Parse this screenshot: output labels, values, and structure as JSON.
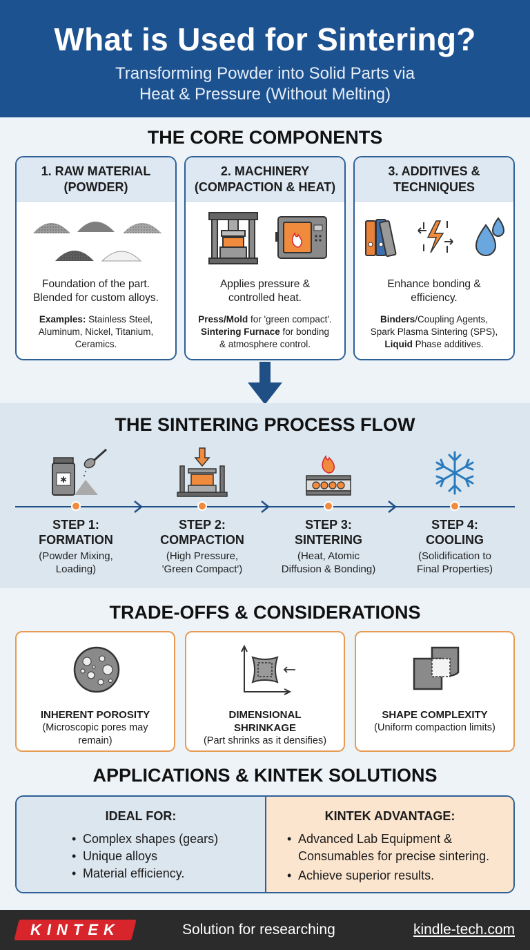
{
  "header": {
    "title": "What is Used for Sintering?",
    "subtitle_line1": "Transforming Powder into Solid Parts via",
    "subtitle_line2": "Heat & Pressure (Without Melting)"
  },
  "core": {
    "title": "THE CORE COMPONENTS",
    "cards": [
      {
        "title_line1": "1. RAW MATERIAL",
        "title_line2": "(POWDER)",
        "desc_line1": "Foundation of the part.",
        "desc_line2": "Blended for custom alloys.",
        "ex_bold": "Examples:",
        "ex_line1": " Stainless Steel,",
        "ex_line2": "Aluminum, Nickel, Titanium,",
        "ex_line3": "Ceramics."
      },
      {
        "title_line1": "2. MACHINERY",
        "title_line2": "(COMPACTION & HEAT)",
        "desc_line1": "Applies pressure &",
        "desc_line2": "controlled heat.",
        "ex_bold1": "Press/Mold",
        "ex_line1": " for 'green compact'.",
        "ex_bold2": "Sintering Furnace",
        "ex_line2": " for bonding",
        "ex_line3": "& atmosphere control."
      },
      {
        "title_line1": "3. ADDITIVES &",
        "title_line2": "TECHNIQUES",
        "desc_line1": "Enhance bonding &",
        "desc_line2": "efficiency.",
        "ex_bold1": "Binders",
        "ex_line1": "/Coupling Agents,",
        "ex_line2": "Spark Plasma Sintering (SPS),",
        "ex_bold2": "Liquid",
        "ex_line3": " Phase additives."
      }
    ]
  },
  "process": {
    "title": "THE SINTERING PROCESS FLOW",
    "steps": [
      {
        "label1": "STEP 1:",
        "label2": "FORMATION",
        "desc1": "(Powder Mixing,",
        "desc2": "Loading)",
        "icon": "powder-jar-icon"
      },
      {
        "label1": "STEP 2:",
        "label2": "COMPACTION",
        "desc1": "(High Pressure,",
        "desc2": "'Green Compact')",
        "icon": "press-icon"
      },
      {
        "label1": "STEP 3:",
        "label2": "SINTERING",
        "desc1": "(Heat, Atomic",
        "desc2": "Diffusion & Bonding)",
        "icon": "flame-heating-icon"
      },
      {
        "label1": "STEP 4:",
        "label2": "COOLING",
        "desc1": "(Solidification to",
        "desc2": "Final Properties)",
        "icon": "snowflake-icon"
      }
    ]
  },
  "tradeoffs": {
    "title": "TRADE-OFFS & CONSIDERATIONS",
    "cards": [
      {
        "title1": "INHERENT POROSITY",
        "title2": "",
        "desc1": "(Microscopic pores may",
        "desc2": "remain)",
        "icon": "porous-sphere-icon"
      },
      {
        "title1": "DIMENSIONAL",
        "title2": "SHRINKAGE",
        "desc1": "(Part shrinks as it densifies)",
        "desc2": "",
        "icon": "shrinkage-icon"
      },
      {
        "title1": "SHAPE COMPLEXITY",
        "title2": "",
        "desc1": "(Uniform compaction limits)",
        "desc2": "",
        "icon": "overlapping-shapes-icon"
      }
    ]
  },
  "apps": {
    "title": "APPLICATIONS & KINTEK SOLUTIONS",
    "ideal_title": "IDEAL FOR:",
    "ideal_items": [
      "Complex shapes (gears)",
      "Unique alloys",
      "Material efficiency."
    ],
    "kintek_title": "KINTEK ADVANTAGE:",
    "kintek_items": [
      "Advanced Lab Equipment & Consumables for precise sintering.",
      "Achieve superior results."
    ]
  },
  "footer": {
    "logo": "KINTEK",
    "tagline": "Solution for researching",
    "url": "kindle-tech.com"
  },
  "colors": {
    "header_blue": "#1d5290",
    "accent_orange": "#f08a3c",
    "card_border_blue": "#2e5f96",
    "trade_border_orange": "#e79a52",
    "logo_red": "#d8242b"
  }
}
